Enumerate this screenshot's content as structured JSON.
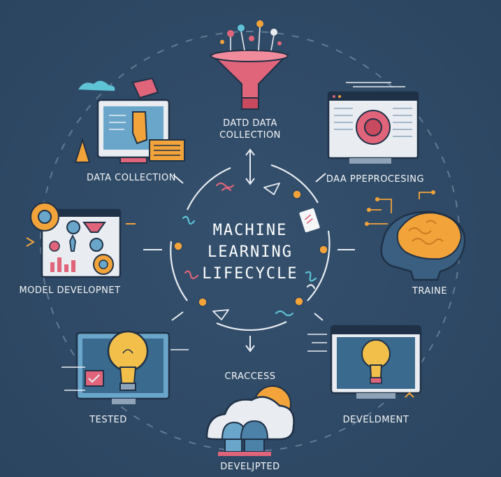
{
  "center": {
    "lines": [
      "MACHINE",
      "LEARNING",
      "LIFECYCLE"
    ]
  },
  "stages": {
    "top": "DATD DATA\nCOLLECTION",
    "top_left": "DATA COLLECTION",
    "top_right": "DAA PPEPROCESING",
    "left": "MODEL DEVELOPNET",
    "right": "TRAINE",
    "bottom_left": "TESTED",
    "bottom_center": "CRACCESS",
    "bottom_right": "DEVELDMENT",
    "bottom": "DEVELJPTED"
  },
  "colors": {
    "background": "#2f4a66",
    "ring": "#e9edf2",
    "accent_orange": "#f2a33a",
    "accent_pink": "#e0647a",
    "accent_teal": "#5fc3d6",
    "screen_blue": "#6aa6c9",
    "dark_frame": "#1f3147"
  },
  "icons": {
    "top": "funnel-icon",
    "top_left": "monitor-document-icon",
    "top_right": "gear-browser-icon",
    "left": "gears-dashboard-icon",
    "right": "brain-circuit-icon",
    "bottom_left": "lightbulb-monitor-icon",
    "bottom_right": "lightbulb-screen-icon",
    "bottom": "cloud-server-icon"
  }
}
